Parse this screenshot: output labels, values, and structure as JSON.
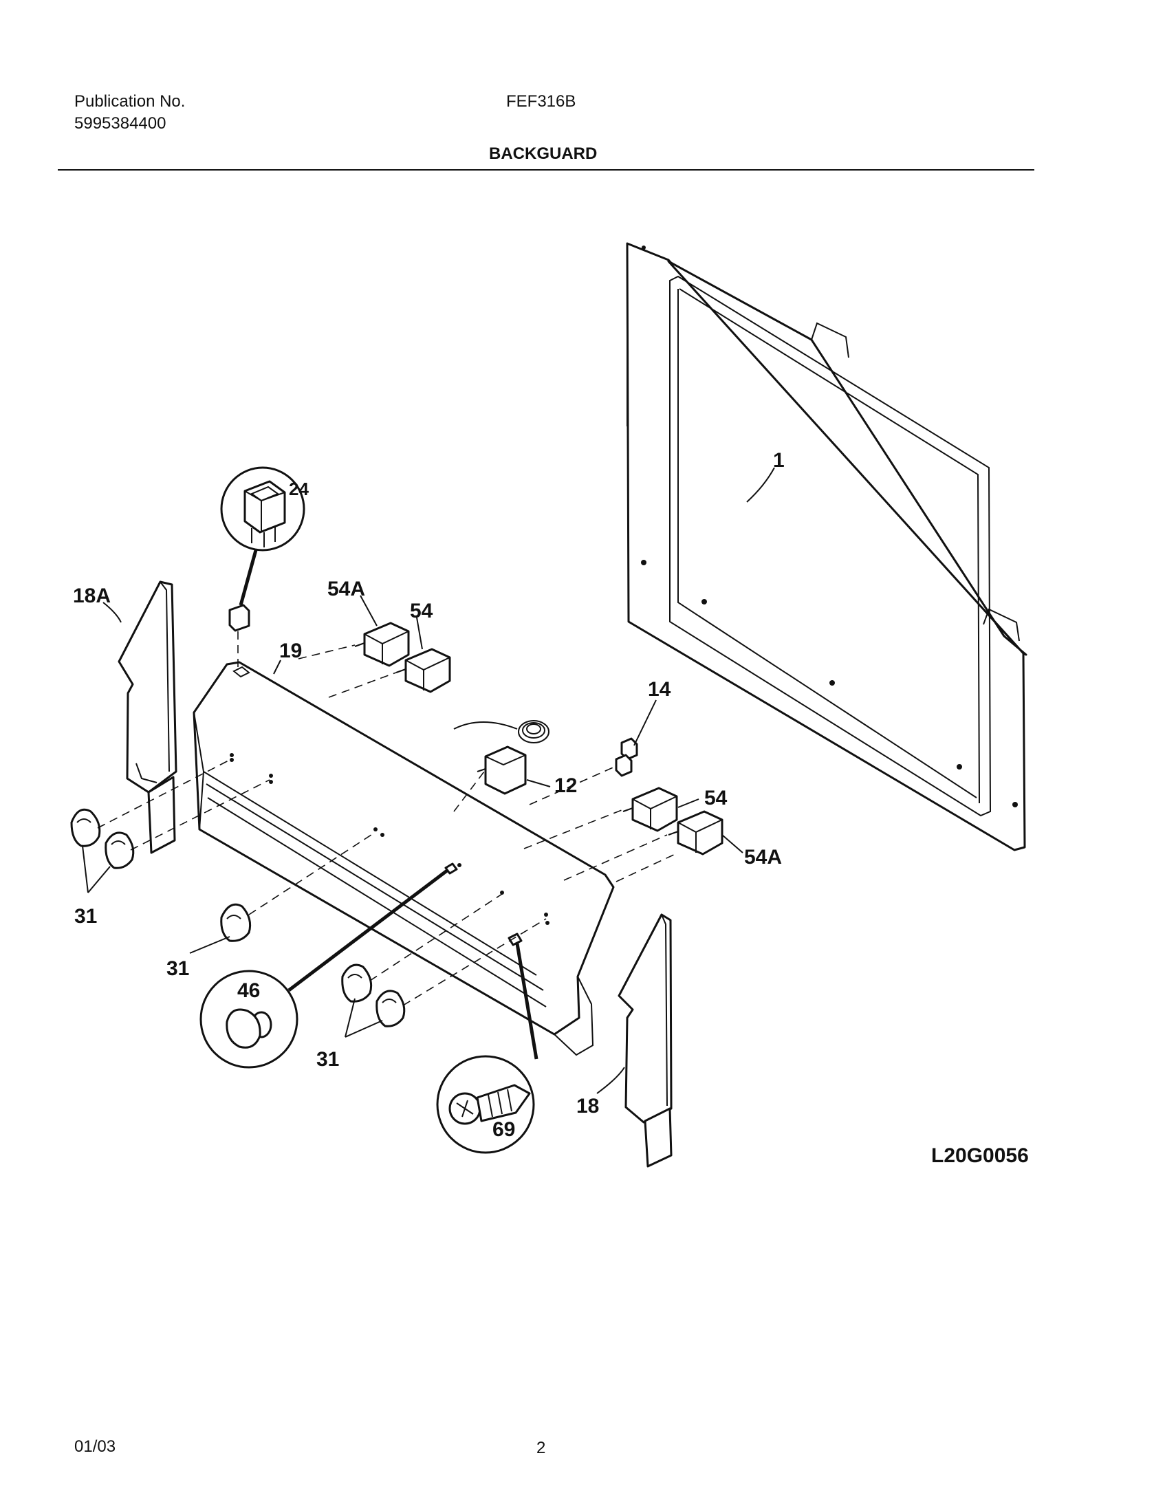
{
  "header": {
    "publication_label": "Publication No.",
    "publication_number": "5995384400",
    "model": "FEF316B",
    "section_title": "BACKGUARD"
  },
  "callouts": {
    "c1": "1",
    "c24": "24",
    "c18a": "18A",
    "c54a_left": "54A",
    "c54_left": "54",
    "c19": "19",
    "c14": "14",
    "c12": "12",
    "c54_right": "54",
    "c54a_right": "54A",
    "c31_left": "31",
    "c31_mid": "31",
    "c46": "46",
    "c31_bottom": "31",
    "c69": "69",
    "c18": "18"
  },
  "drawing_code": "L20G0056",
  "footer": {
    "date": "01/03",
    "page_number": "2"
  }
}
